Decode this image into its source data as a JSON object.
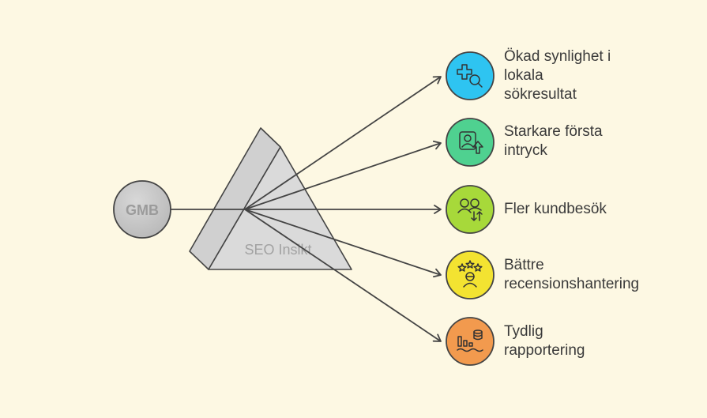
{
  "source": {
    "label": "GMB"
  },
  "prism": {
    "label": "SEO Insikt"
  },
  "colors": {
    "background": "#fdf8e3",
    "prism_fill": "#d6d6d6",
    "stroke": "#444444",
    "benefit_1": "#2ec4f1",
    "benefit_2": "#4fd190",
    "benefit_3": "#a7d93a",
    "benefit_4": "#f3e331",
    "benefit_5": "#f29a4e"
  },
  "benefits": [
    {
      "icon": "health-search-icon",
      "lines": [
        "Ökad synlighet i",
        "lokala",
        "sökresultat"
      ]
    },
    {
      "icon": "profile-upload-icon",
      "lines": [
        "Starkare första",
        "intryck"
      ]
    },
    {
      "icon": "users-exchange-icon",
      "lines": [
        "Fler kundbesök"
      ]
    },
    {
      "icon": "star-rating-icon",
      "lines": [
        "Bättre",
        "recensionshantering"
      ]
    },
    {
      "icon": "report-chart-icon",
      "lines": [
        "Tydlig",
        "rapportering"
      ]
    }
  ]
}
